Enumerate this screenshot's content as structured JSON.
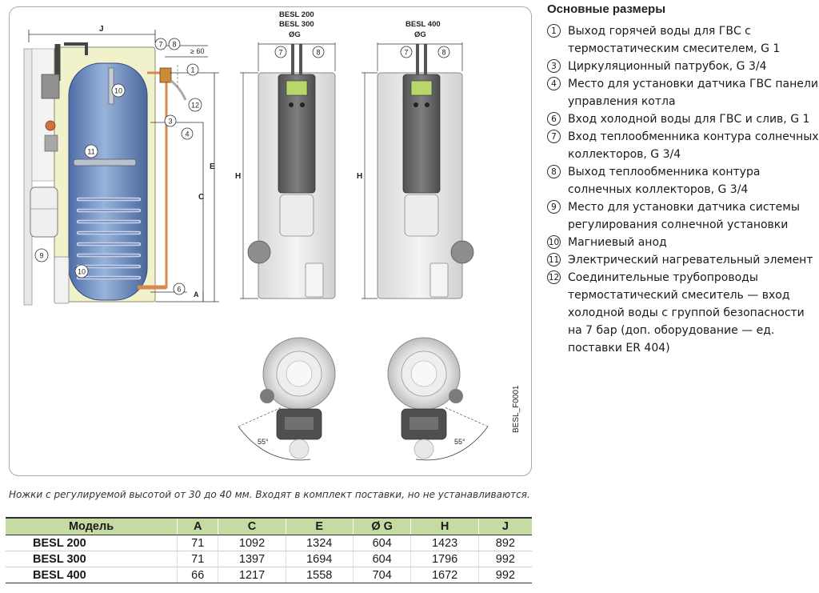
{
  "figure": {
    "labels": {
      "dim_j": "J",
      "dim_e": "E",
      "dim_c": "C",
      "dim_a": "A",
      "dim_h": "H",
      "dim_min": "≥ 60",
      "dim_g": "ØG",
      "model_200": "BESL 200",
      "model_300": "BESL 300",
      "model_400": "BESL 400",
      "angle": "55°",
      "code": "BESL_F0001"
    },
    "callouts": [
      "7",
      "8",
      "1",
      "10",
      "3",
      "4",
      "12",
      "11",
      "9",
      "10",
      "6",
      "7",
      "8",
      "7",
      "8"
    ]
  },
  "legend": {
    "title": "Основные размеры",
    "items": [
      {
        "num": "1",
        "text": "Выход горячей воды для ГВС с термостатическим смесителем, G 1"
      },
      {
        "num": "3",
        "text": "Циркуляционный патрубок, G 3/4"
      },
      {
        "num": "4",
        "text": "Место для установки датчика ГВС панели управления котла"
      },
      {
        "num": "6",
        "text": "Вход холодной воды для ГВС и слив, G 1"
      },
      {
        "num": "7",
        "text": "Вход теплообменника контура солнечных коллекторов, G 3/4"
      },
      {
        "num": "8",
        "text": "Выход теплообменника контура солнечных коллекторов, G 3/4"
      },
      {
        "num": "9",
        "text": "Место для установки датчика системы регулирования солнечной установки"
      },
      {
        "num": "10",
        "text": "Магниевый анод"
      },
      {
        "num": "11",
        "text": "Электрический нагревательный элемент"
      },
      {
        "num": "12",
        "text": "Соединительные трубопроводы термостатический смеситель — вход холодной воды с группой безопасности на 7 бар (доп. оборудование — ед. поставки ER 404)"
      }
    ]
  },
  "footnote": "Ножки с регулируемой высотой от 30 до 40 мм. Входят в комплект поставки, но не устанавливаются.",
  "table": {
    "headers": [
      "Модель",
      "A",
      "C",
      "E",
      "Ø G",
      "H",
      "J"
    ],
    "rows": [
      [
        "BESL 200",
        "71",
        "1092",
        "1324",
        "604",
        "1423",
        "892"
      ],
      [
        "BESL 300",
        "71",
        "1397",
        "1694",
        "604",
        "1796",
        "992"
      ],
      [
        "BESL 400",
        "66",
        "1217",
        "1558",
        "704",
        "1672",
        "992"
      ]
    ]
  },
  "colors": {
    "tank_blue": "#6f8fc0",
    "casing_yellow": "#f1f2cc",
    "panel_gray": "#6d6e70",
    "table_header": "#c6dba4",
    "lcd_green": "#b9d66a"
  }
}
